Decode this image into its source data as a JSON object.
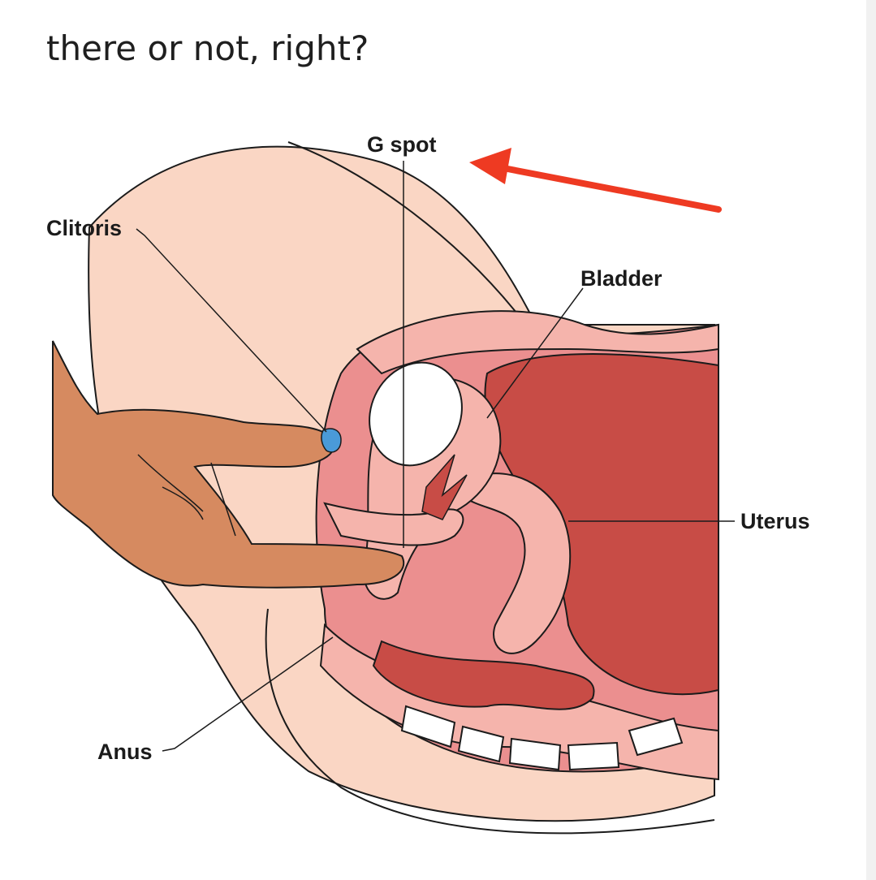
{
  "post": {
    "caption": "there or not, right?"
  },
  "figure": {
    "labels": {
      "g_spot": "G spot",
      "clitoris": "Clitoris",
      "bladder": "Bladder",
      "uterus": "Uterus",
      "anus": "Anus"
    },
    "colors": {
      "skin_outer": "#fad6c4",
      "tissue_pink": "#eb8f8f",
      "tissue_light": "#f5b4ac",
      "tissue_dark": "#c84c46",
      "hand": "#d68a60",
      "clitoris": "#4a9ad8",
      "arrow": "#ee3a22"
    }
  }
}
